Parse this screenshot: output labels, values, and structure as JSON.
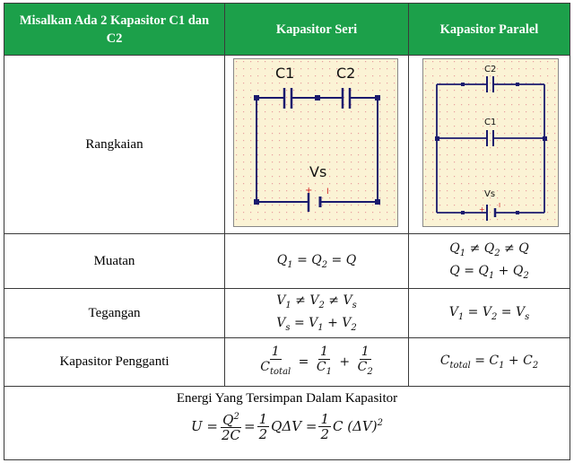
{
  "header": {
    "col1": "Misalkan Ada 2 Kapasitor C1 dan C2",
    "col2": "Kapasitor Seri",
    "col3": "Kapasitor Paralel"
  },
  "rows": {
    "rangkaian": "Rangkaian",
    "muatan": "Muatan",
    "tegangan": "Tegangan",
    "pengganti": "Kapasitor Pengganti"
  },
  "circuits": {
    "series": {
      "c1": "C1",
      "c2": "C2",
      "source": "Vs"
    },
    "parallel": {
      "c1": "C1",
      "c2": "C2",
      "source": "Vs"
    }
  },
  "energy_title": "Energi Yang Tersimpan Dalam Kapasitor",
  "colors": {
    "header_bg": "#1ca04a",
    "panel_bg": "#fbf3d5",
    "dot": "#f0a0a0"
  }
}
